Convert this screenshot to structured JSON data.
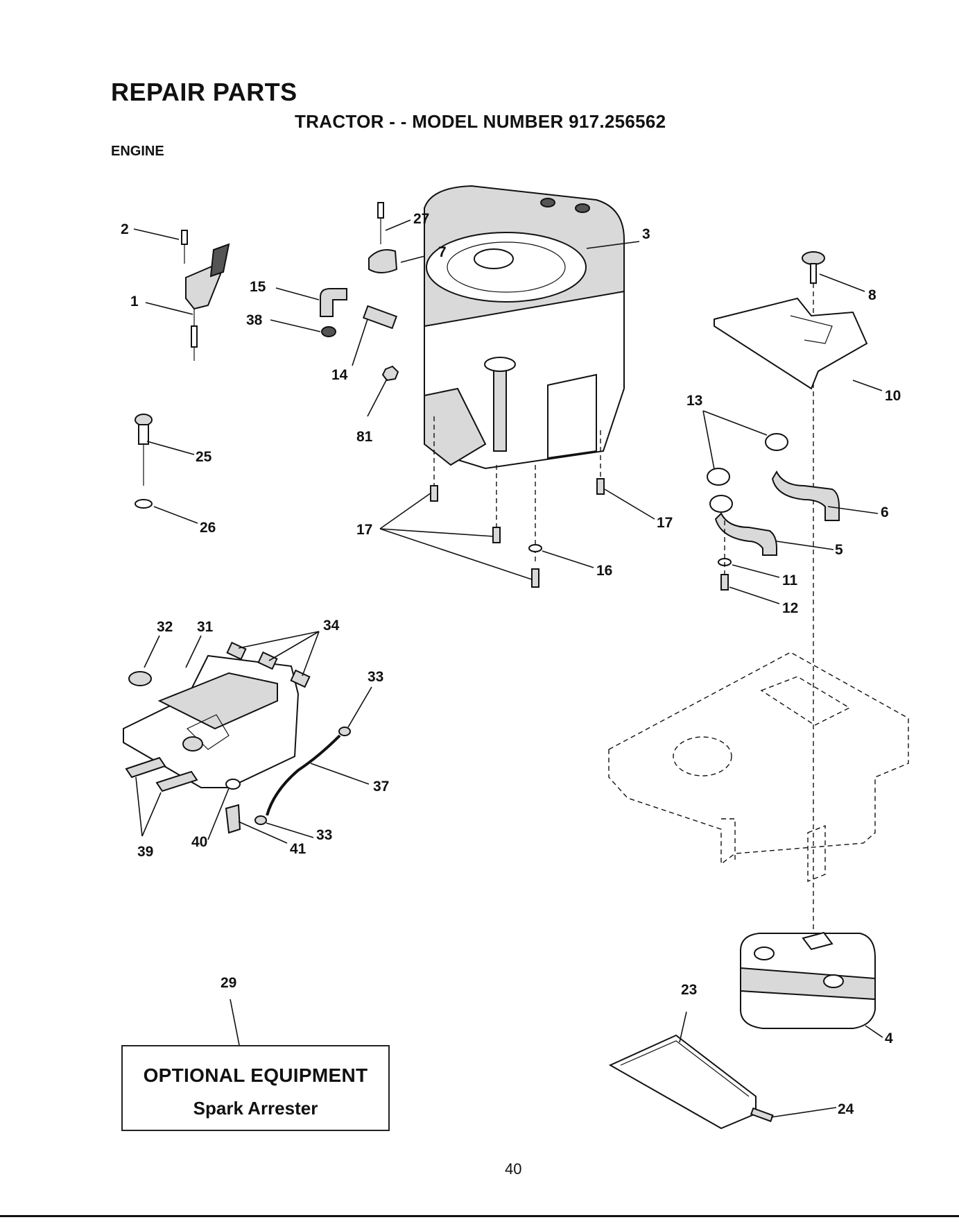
{
  "header": {
    "title": "REPAIR PARTS",
    "model_line": "TRACTOR - - MODEL NUMBER 917.256562",
    "section": "ENGINE"
  },
  "optional_box": {
    "title": "OPTIONAL EQUIPMENT",
    "subtitle": "Spark Arrester"
  },
  "page_number": "40",
  "callouts": {
    "c1": "1",
    "c2": "2",
    "c3": "3",
    "c4": "4",
    "c5": "5",
    "c6": "6",
    "c7": "7",
    "c8": "8",
    "c10": "10",
    "c11": "11",
    "c12": "12",
    "c13": "13",
    "c14": "14",
    "c15": "15",
    "c16": "16",
    "c17a": "17",
    "c17b": "17",
    "c23": "23",
    "c24": "24",
    "c25": "25",
    "c26": "26",
    "c27": "27",
    "c29": "29",
    "c31": "31",
    "c32": "32",
    "c33a": "33",
    "c33b": "33",
    "c34": "34",
    "c37": "37",
    "c38": "38",
    "c39": "39",
    "c40": "40",
    "c41": "41",
    "c81": "81"
  }
}
